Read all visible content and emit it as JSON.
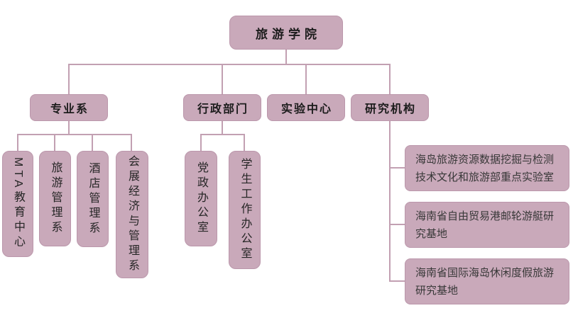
{
  "org": {
    "root": "旅游学院",
    "groups": [
      {
        "label": "专业系",
        "children": [
          "MTA教育中心",
          "旅游管理系",
          "酒店管理系",
          "会展经济与管理系"
        ]
      },
      {
        "label": "行政部门",
        "children": [
          "党政办公室",
          "学生工作办公室"
        ]
      },
      {
        "label": "实验中心",
        "children": []
      },
      {
        "label": "研究机构",
        "children": [
          "海岛旅游资源数据挖掘与检测技术文化和旅游部重点实验室",
          "海南省自由贸易港邮轮游艇研究基地",
          "海南省国际海岛休闲度假旅游研究基地"
        ]
      }
    ]
  },
  "colors": {
    "node_fill": "#c9a9ba",
    "node_border": "#bb97ab",
    "connector_line": "#c2a0b2",
    "label_text": "#1c1c1c",
    "body_text": "#383838",
    "background": "#ffffff"
  }
}
